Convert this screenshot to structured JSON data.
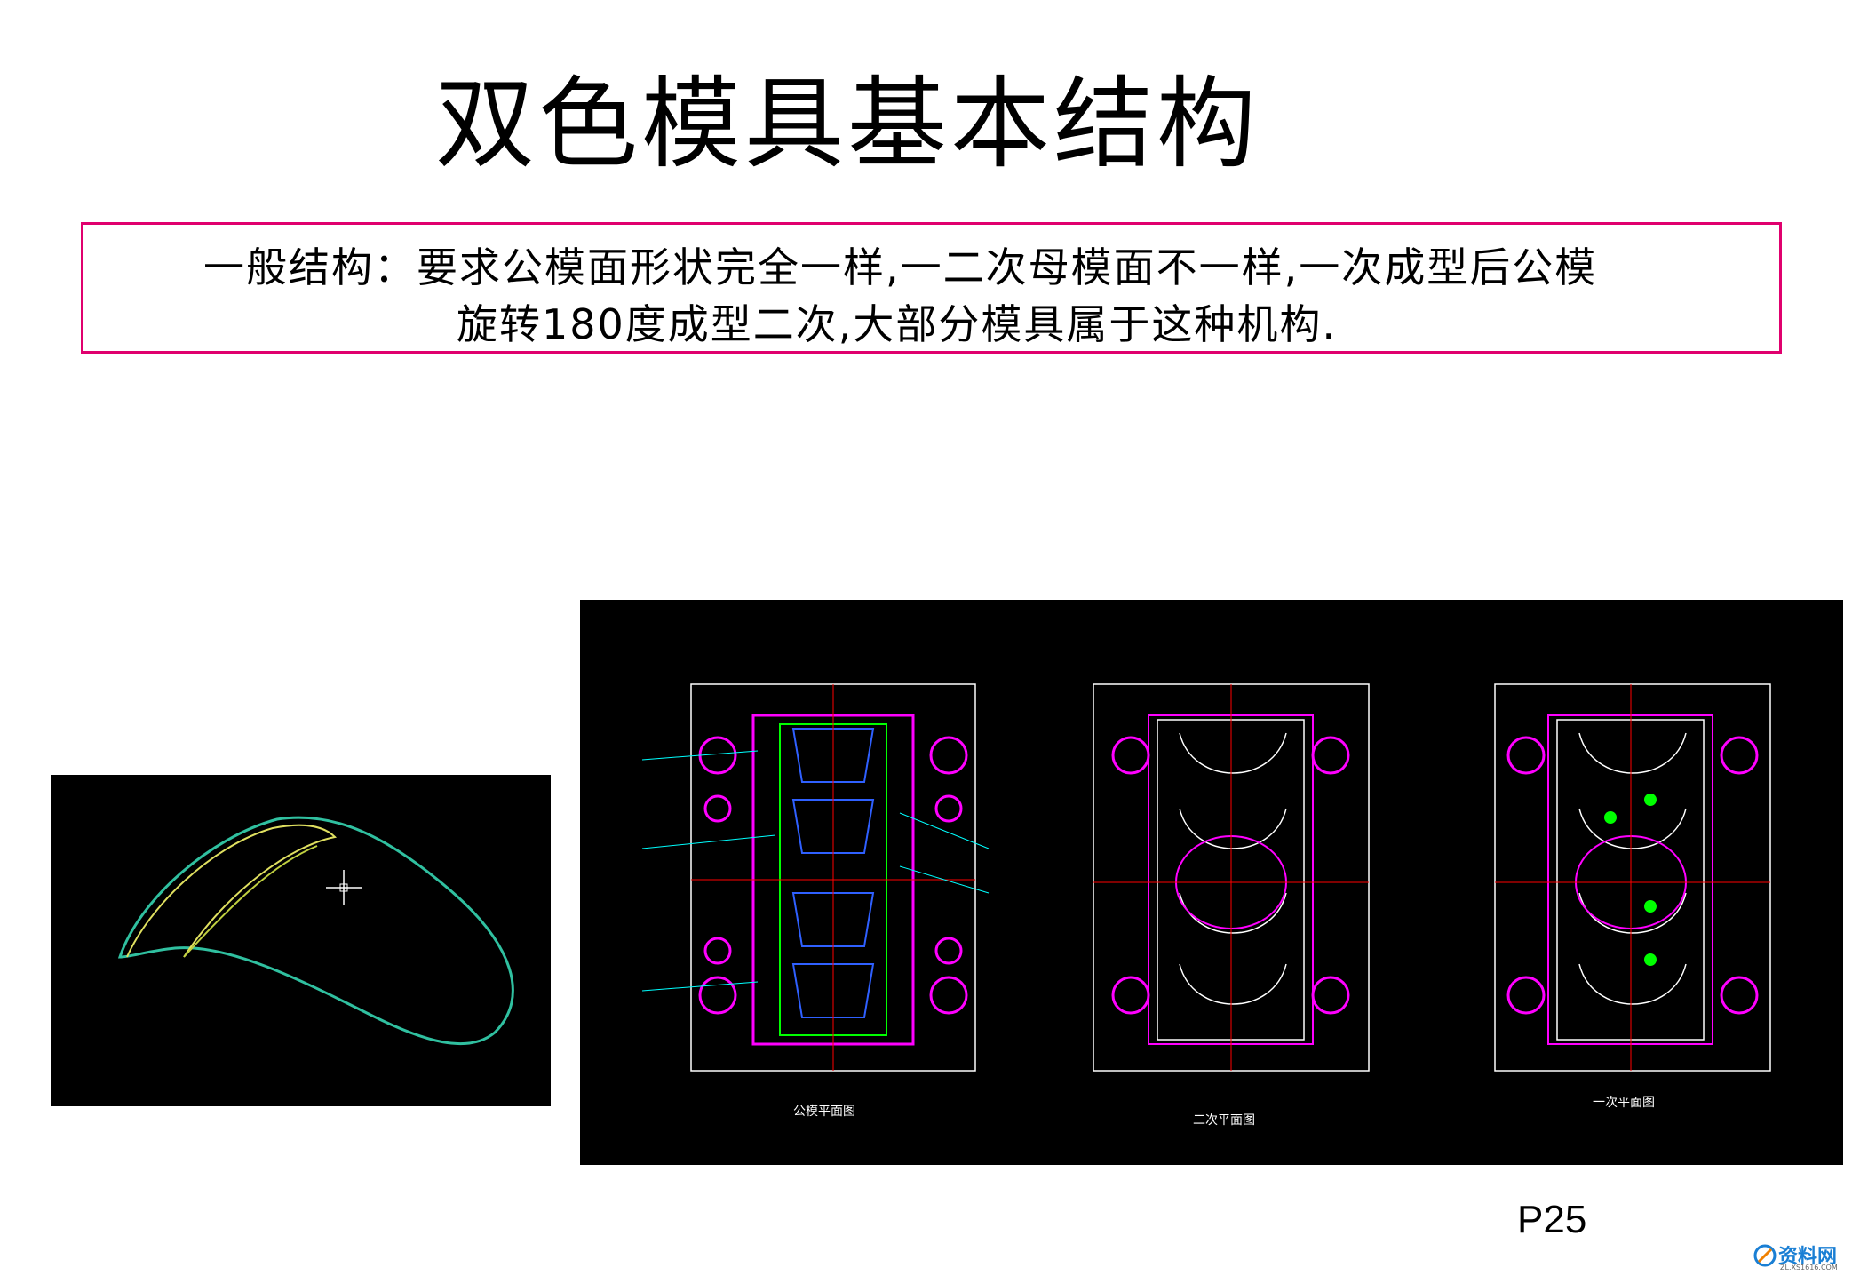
{
  "title": "双色模具基本结构",
  "description": {
    "line1": "一般结构：要求公模面形状完全一样,一二次母模面不一样,一次成型后公模",
    "line2": "旋转180度成型二次,大部分模具属于这种机构."
  },
  "drawings": {
    "plan_labels": [
      "公模平面图",
      "二次平面图",
      "一次平面图"
    ]
  },
  "page_number": "P25",
  "watermark": {
    "text": "资料网",
    "subtext": "ZL.XS1616.COM"
  },
  "colors": {
    "border": "#e0006e",
    "cad_background": "#000000",
    "magenta": "#ff00ff",
    "green": "#00ff00",
    "cyan": "#00ffff",
    "red": "#ff0000"
  }
}
